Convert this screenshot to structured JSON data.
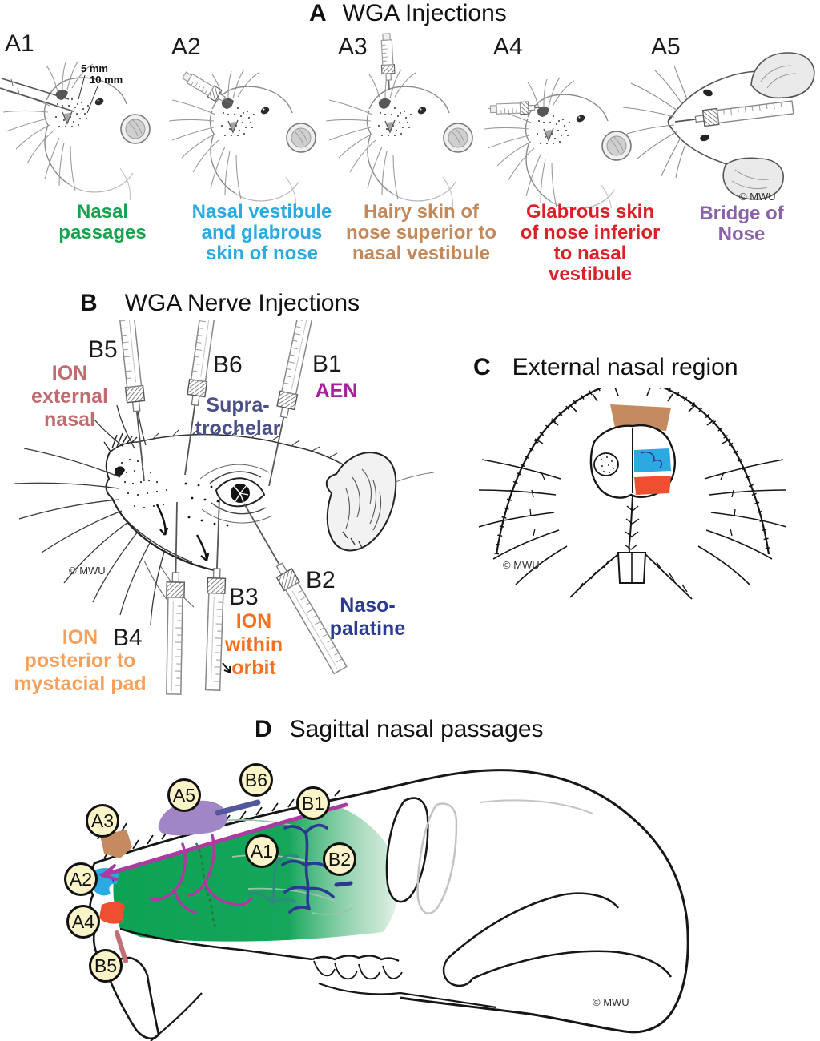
{
  "panelA": {
    "letter": "A",
    "title": "WGA Injections",
    "credit": "© MWU",
    "items": [
      {
        "id": "A1",
        "caption": "Nasal\npassages",
        "color": "#18A14E",
        "depth_labels": [
          "5 mm",
          "10 mm"
        ]
      },
      {
        "id": "A2",
        "caption": "Nasal vestibule\nand glabrous\nskin of nose",
        "color": "#2BA9E1"
      },
      {
        "id": "A3",
        "caption": "Hairy skin of\nnose superior to\nnasal vestibule",
        "color": "#C1895C"
      },
      {
        "id": "A4",
        "caption": "Glabrous skin\nof nose inferior\nto nasal vestibule",
        "color": "#D92128"
      },
      {
        "id": "A5",
        "caption": "Bridge of\nNose",
        "color": "#8A62A9"
      }
    ]
  },
  "panelB": {
    "letter": "B",
    "title": "WGA Nerve Injections",
    "credit": "© MWU",
    "nerves": [
      {
        "id": "B5",
        "label": "ION\nexternal\nnasal",
        "color": "#C06B6F"
      },
      {
        "id": "B6",
        "label": "Supra-\ntrochelar",
        "color": "#4A4F87"
      },
      {
        "id": "B1",
        "label": "AEN",
        "color": "#A6209D"
      },
      {
        "id": "B2",
        "label": "Naso-\npalatine",
        "color": "#2C3B92"
      },
      {
        "id": "B3",
        "label": "ION\nwithin\norbit",
        "color": "#F47121"
      },
      {
        "id": "B4",
        "label": "ION\nposterior to\nmystacial pad",
        "color": "#F7A05C"
      }
    ]
  },
  "panelC": {
    "letter": "C",
    "title": "External nasal region",
    "credit": "© MWU",
    "region_colors": {
      "hairy_skin": "#C48B60",
      "nasal_vestibule": "#2BA9E1",
      "glabrous_skin": "#EF4E30"
    }
  },
  "panelD": {
    "letter": "D",
    "title": "Sagittal nasal passages",
    "credit": "© MWU",
    "badges": [
      "A3",
      "A5",
      "B6",
      "B1",
      "A2",
      "A1",
      "B2",
      "A4",
      "B5"
    ],
    "colors": {
      "nasal_passages": "#0CA254",
      "bridge": "#A186C6",
      "hairy_skin": "#C48B60",
      "vestibule": "#2BA9E1",
      "glabrous": "#EF4E30",
      "aen": "#AC3AA1",
      "supratrochlear": "#54589A",
      "nasopalatine": "#2B3990",
      "ion": "#C17078",
      "badge_fill": "#FAF4C8"
    }
  }
}
